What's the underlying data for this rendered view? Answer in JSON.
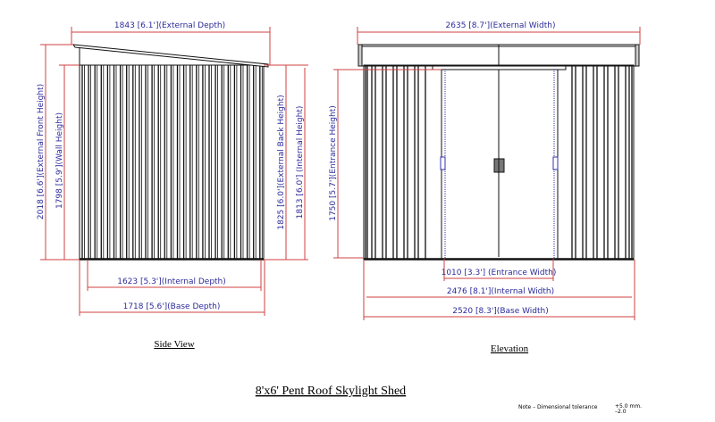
{
  "side_view": {
    "caption": "Side View",
    "dims": {
      "external_depth": "1843 [6.1'](External Depth)",
      "external_front_height": "2018 [6.6'](External Front Height)",
      "wall_height": "1798 [5.9'](Wall Height)",
      "external_back_height": "1825 [6.0'](External Back Height)",
      "internal_height": "1813 [6.0'] (Internal Height)",
      "internal_depth": "1623 [5.3'](Internal Depth)",
      "base_depth": "1718 [5.6'](Base Depth)"
    }
  },
  "elevation": {
    "caption": "Elevation",
    "dims": {
      "external_width": "2635 [8.7'](External Width)",
      "entrance_height": "1750 [5.7'](Entrance Height)",
      "entrance_width": "1010 [3.3'] (Entrance Width)",
      "internal_width": "2476 [8.1'](Internal Width)",
      "base_width": "2520 [8.3'](Base Width)"
    }
  },
  "title": "8'x6' Pent Roof Skylight Shed",
  "note": {
    "text": "Note  –  Dimensional tolerance",
    "plus": "+5.0 mm.",
    "minus": "–2.0"
  },
  "colors": {
    "dimension_line": "#d04040",
    "dimension_text": "#2b2b9a",
    "outline": "#111111"
  }
}
